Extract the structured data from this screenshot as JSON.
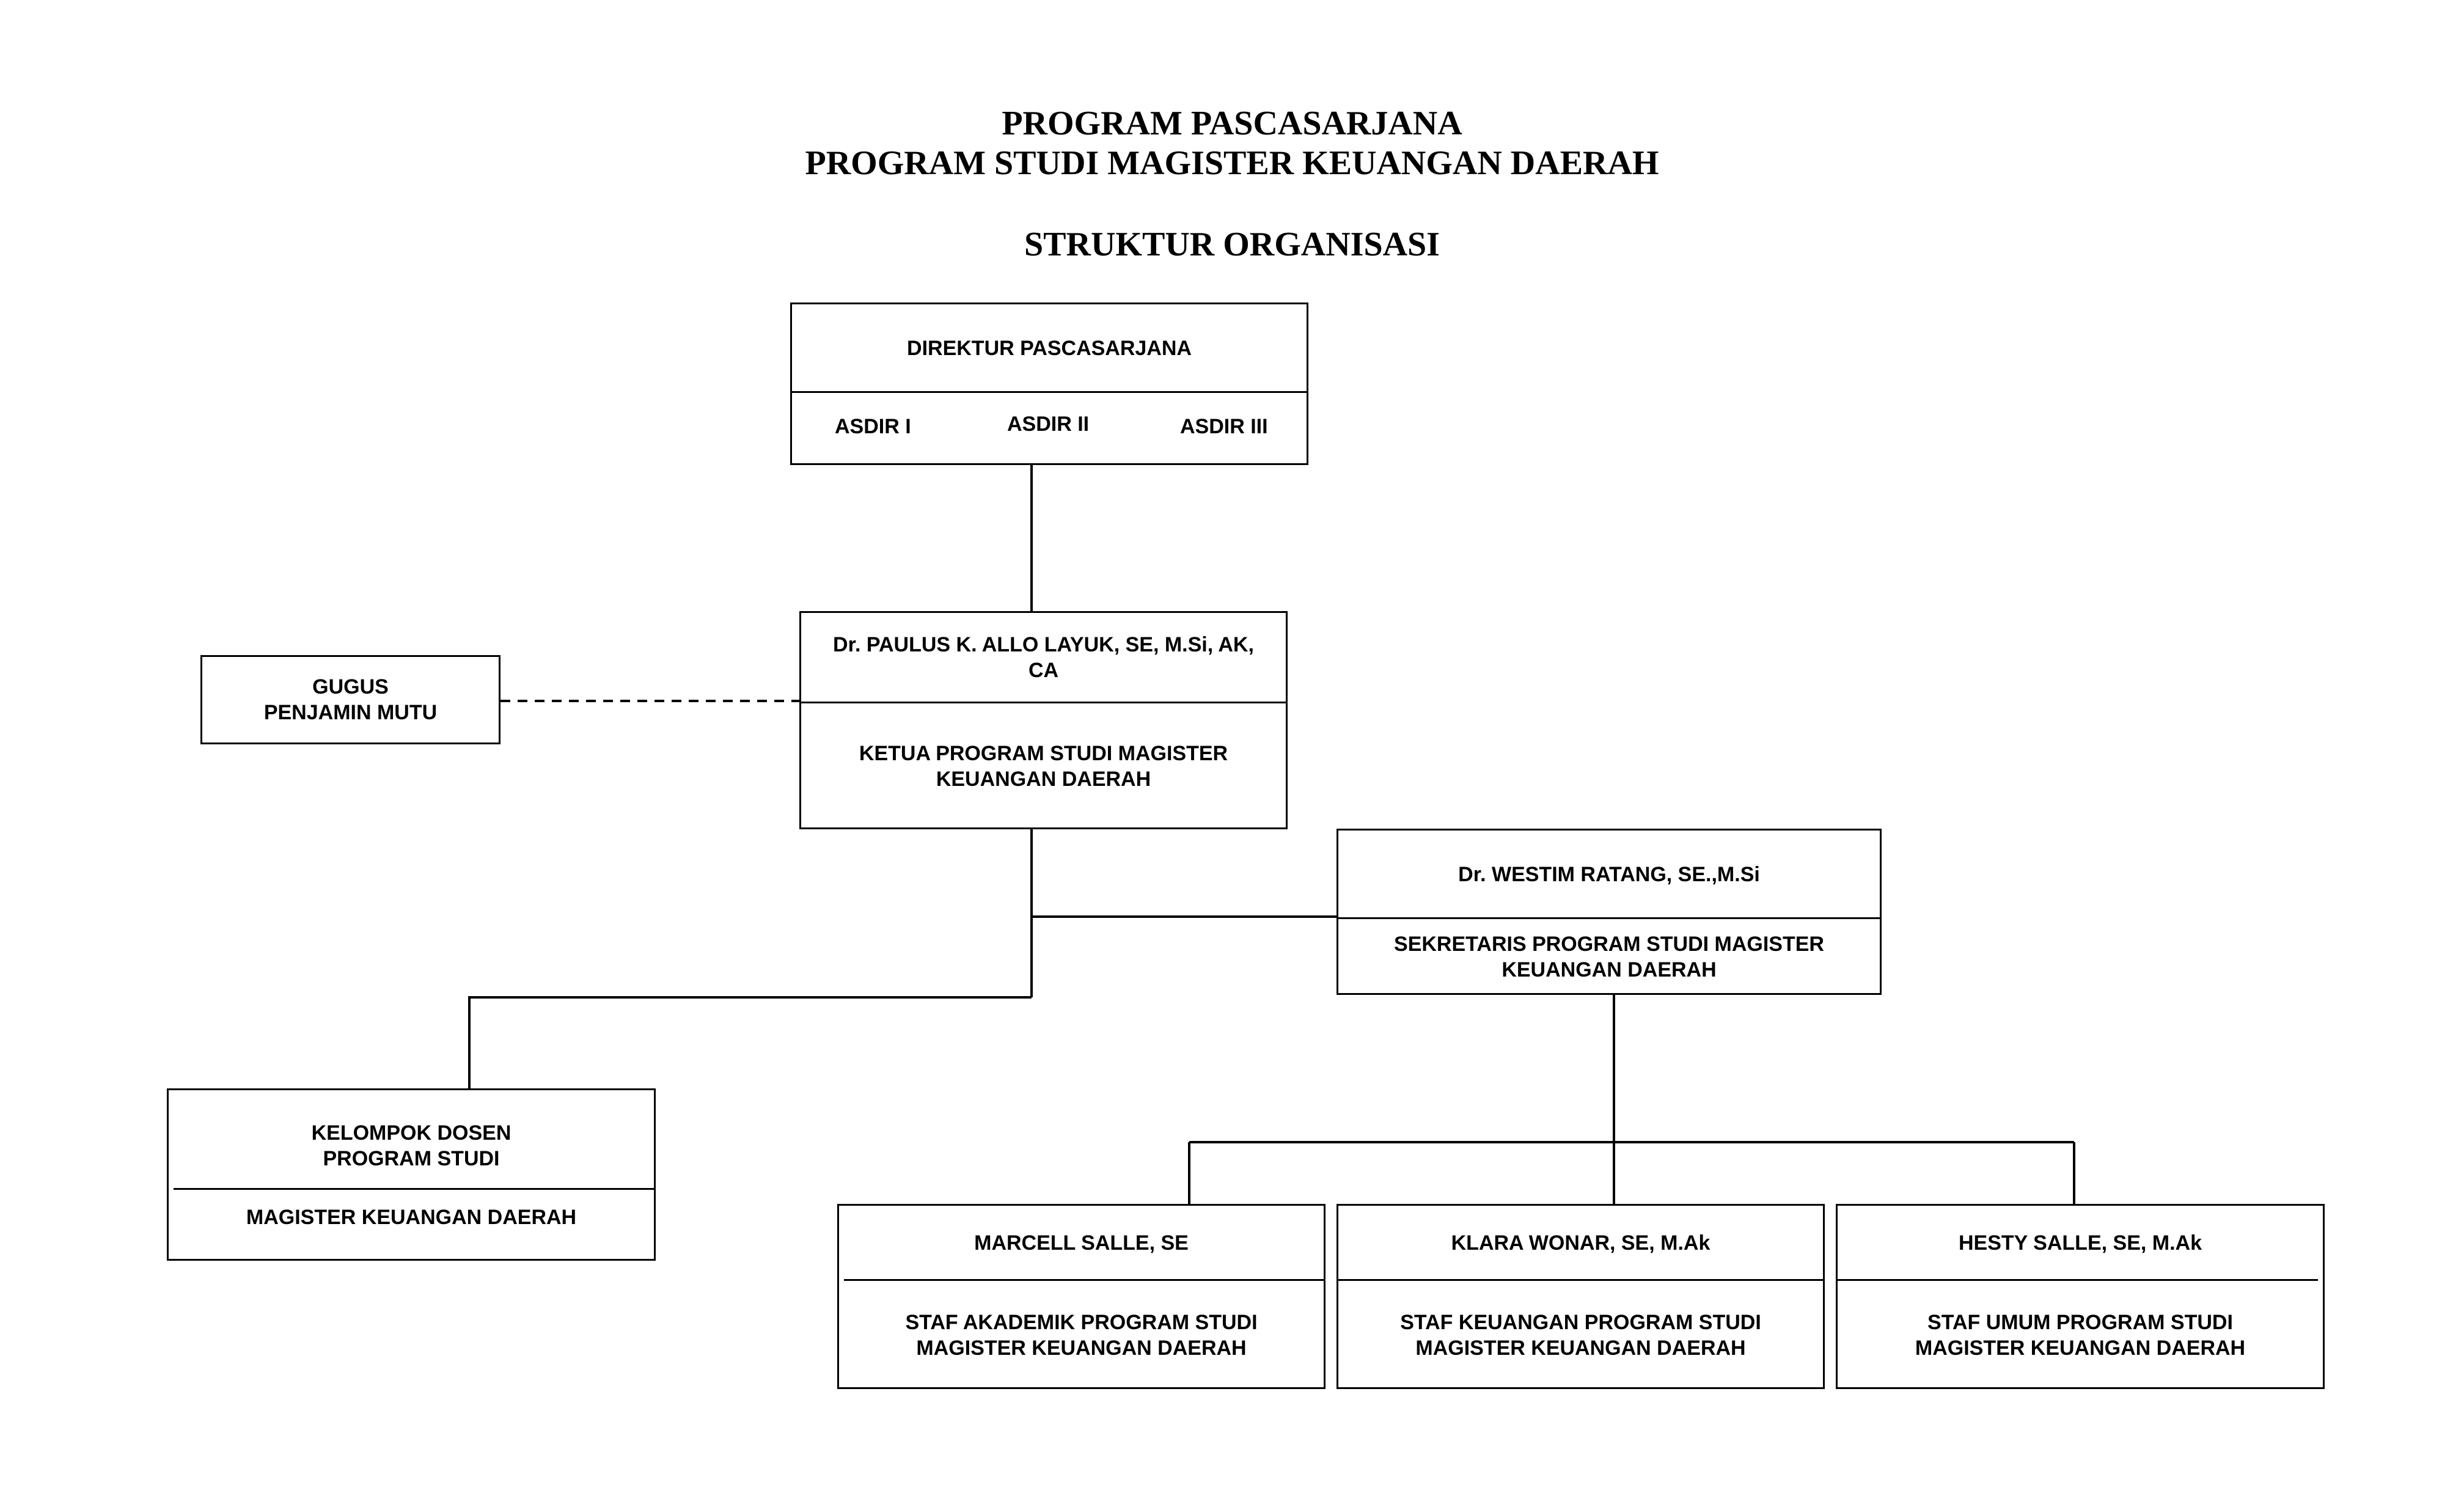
{
  "header": {
    "line1": "PROGRAM PASCASARJANA",
    "line2": "PROGRAM STUDI MAGISTER KEUANGAN DAERAH",
    "line3": "STRUKTUR ORGANISASI"
  },
  "direktur": {
    "title": "DIREKTUR PASCASARJANA",
    "asdir": [
      "ASDIR I",
      "ASDIR II",
      "ASDIR III"
    ]
  },
  "ketua": {
    "name": "Dr. PAULUS K. ALLO LAYUK, SE, M.Si, AK, CA",
    "role": "KETUA PROGRAM STUDI MAGISTER KEUANGAN DAERAH"
  },
  "gugus": {
    "label": "GUGUS\nPENJAMIN MUTU"
  },
  "sekretaris": {
    "name": "Dr. WESTIM RATANG, SE.,M.Si",
    "role": "SEKRETARIS  PROGRAM STUDI MAGISTER KEUANGAN DAERAH"
  },
  "dosen": {
    "title": "KELOMPOK DOSEN\nPROGRAM STUDI",
    "subtitle": "MAGISTER KEUANGAN DAERAH"
  },
  "staff": [
    {
      "name": "MARCELL SALLE, SE",
      "role": "STAF AKADEMIK PROGRAM STUDI MAGISTER KEUANGAN DAERAH"
    },
    {
      "name": "KLARA WONAR, SE, M.Ak",
      "role": "STAF KEUANGAN  PROGRAM STUDI MAGISTER KEUANGAN DAERAH"
    },
    {
      "name": "HESTY SALLE, SE, M.Ak",
      "role": "STAF UMUM  PROGRAM STUDI MAGISTER KEUANGAN DAERAH"
    }
  ]
}
